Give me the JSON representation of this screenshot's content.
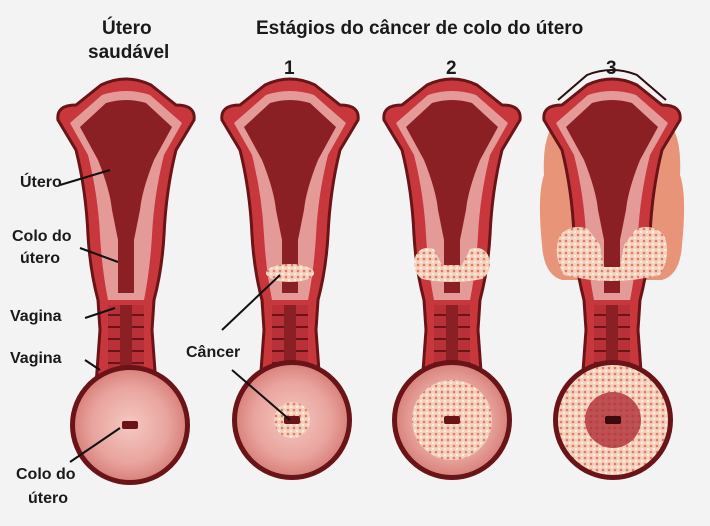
{
  "header": {
    "healthy_title_line1": "Útero",
    "healthy_title_line2": "saudável",
    "stages_title": "Estágios do câncer de colo do útero",
    "stage_numbers": [
      "1",
      "2",
      "3"
    ]
  },
  "labels": {
    "utero": "Útero",
    "colo_do_utero_line1": "Colo do",
    "colo_do_utero_line2": "útero",
    "vagina_side": "Vagina",
    "cancer": "Câncer",
    "vagina_bottom": "Vagina",
    "colo_bottom_line1": "Colo do",
    "colo_bottom_line2": "útero"
  },
  "colors": {
    "background": "#f3f3f3",
    "outer_tissue": "#c8373c",
    "inner_tissue": "#e8a9a6",
    "cavity": "#8a1f24",
    "outline": "#6a1418",
    "cancer": "#f6dcc8",
    "spread": "#e88a6a"
  }
}
